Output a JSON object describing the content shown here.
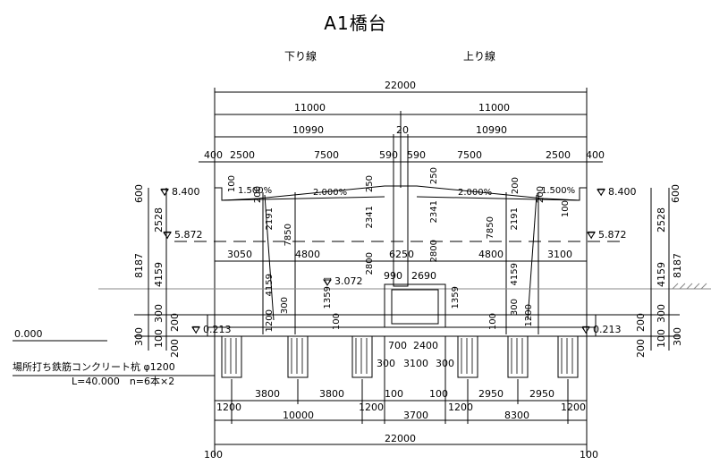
{
  "title": "A1橋台",
  "track_down": "下り線",
  "track_up": "上り線",
  "ground_level": "0.000",
  "pile_note_line1": "場所打ち鉄筋コンクリート杭 φ1200",
  "pile_note_line2": "L=40.000　n=6本×2",
  "top_dims": {
    "total": "22000",
    "half_left": "11000",
    "half_right": "11000",
    "inner_left": "10990",
    "gap": "20",
    "inner_right": "10990",
    "row3": [
      "400",
      "2500",
      "7500",
      "590",
      "590",
      "7500",
      "2500",
      "400"
    ]
  },
  "slopes": [
    "1.500%",
    "2.000%",
    "2.000%",
    "1.500%"
  ],
  "levels": {
    "deck_left": "▽ 8.400",
    "deck_right": "▽ 8.400",
    "mid_left": "▽ 5.872",
    "mid_right": "▽ 5.872",
    "box": "▽ 3.072",
    "footing_left": "▽ 0.213",
    "footing_right": "▽ 0.213"
  },
  "vert_dims": {
    "left_outer": [
      "600",
      "2528",
      "4159",
      "300",
      "300"
    ],
    "left_total": "8187",
    "left_small": [
      "200",
      "100",
      "200"
    ],
    "right_outer": [
      "600",
      "2528",
      "4159",
      "300",
      "300"
    ],
    "right_total": "8187",
    "right_small": [
      "200",
      "100",
      "200"
    ],
    "inner": [
      "100",
      "200",
      "200",
      "2191",
      "2341",
      "250",
      "250",
      "2341",
      "2191",
      "200",
      "100",
      "7850",
      "7850",
      "4159",
      "4159",
      "1200",
      "1200",
      "300",
      "300",
      "1359",
      "1359",
      "100",
      "100",
      "2800",
      "2800"
    ]
  },
  "mid_dims": [
    "3050",
    "4800",
    "6250",
    "4800",
    "3100",
    "990",
    "2690"
  ],
  "box_dims": [
    "700",
    "2400",
    "300",
    "3100",
    "300"
  ],
  "bottom_dims": {
    "pile_spacing": [
      "3800",
      "3800",
      "100",
      "100",
      "2950",
      "2950"
    ],
    "segments": [
      "1200",
      "10000",
      "1200",
      "3700",
      "1200",
      "8300",
      "1200"
    ],
    "total": "22000",
    "edge_left": "100",
    "edge_right": "100"
  }
}
